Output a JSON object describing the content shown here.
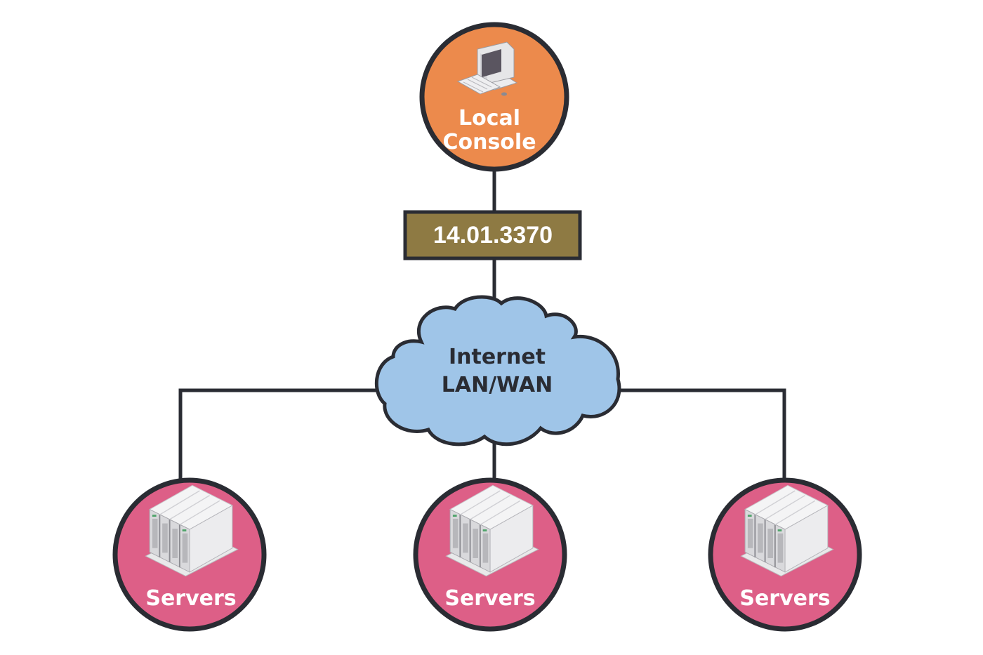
{
  "diagram": {
    "title": "",
    "colors": {
      "console_fill": "#ec8a4c",
      "server_fill": "#dd5f87",
      "cloud_fill": "#9fc5e8",
      "version_fill": "#8e7a43",
      "line": "#2a2c33"
    },
    "console": {
      "label_line1": "Local",
      "label_line2": "Console",
      "icon": "desktop-computer-icon"
    },
    "version_box": {
      "label": "14.01.3370"
    },
    "network": {
      "label_line1": "Internet",
      "label_line2": "LAN/WAN",
      "icon": "cloud-icon"
    },
    "servers": [
      {
        "label": "Servers",
        "icon": "server-rack-icon"
      },
      {
        "label": "Servers",
        "icon": "server-rack-icon"
      },
      {
        "label": "Servers",
        "icon": "server-rack-icon"
      }
    ]
  }
}
